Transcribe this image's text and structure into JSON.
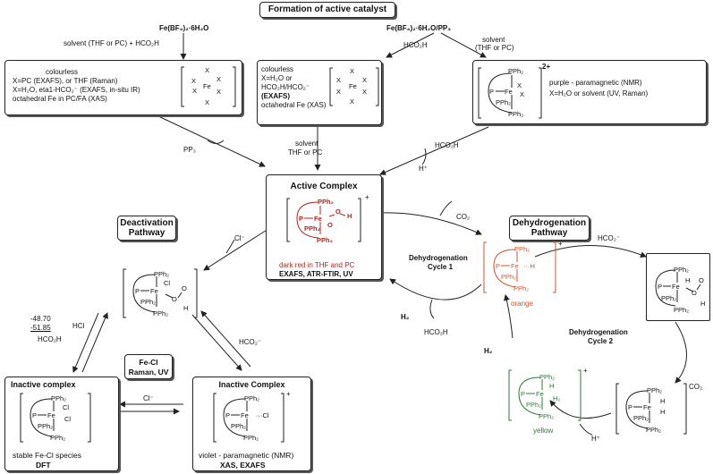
{
  "header": {
    "title": "Formation of active catalyst"
  },
  "precursor_left": {
    "formula": "Fe(BF₄)₂·6H₂O",
    "arrow_label": "solvent (THF or PC) + HCO₂H"
  },
  "precursor_right": {
    "formula": "Fe(BF₄)₂·6H₂O/PP₃",
    "arrow_left": "HCO₂H",
    "arrow_right_1": "solvent",
    "arrow_right_2": "(THF or PC)"
  },
  "box_a": {
    "lines": [
      "colourless",
      "X=PC (EXAFS), or THF (Raman)",
      "X=H₂O,  eta1-HCO₂⁻ (EXAFS, in-situ IR)",
      "octahedral Fe in PC/FA (XAS)"
    ]
  },
  "box_b": {
    "lines": [
      "colourless",
      "X=H₂O or",
      "HCO₂H/HCO₂⁻",
      "(EXAFS)",
      "octahedral Fe (XAS)"
    ]
  },
  "box_c": {
    "charge": "2+",
    "lines": [
      "purple - paramagnetic (NMR)",
      "X=H₂O or solvent (UV, Raman)"
    ]
  },
  "arrows_mid": {
    "pp3": "PP₃",
    "solvent_1": "solvent",
    "solvent_2": "THF or PC",
    "hco2h": "HCO₂H",
    "hplus": "H⁺"
  },
  "active": {
    "title": "Active Complex",
    "line1": "dark red in THF and PC",
    "line2": "EXAFS, ATR-FTIR, UV"
  },
  "deactivation": {
    "title_1": "Deactivation",
    "title_2": "Pathway",
    "cl": "Cl⁻"
  },
  "dehydrogenation": {
    "title_1": "Dehydrogenation",
    "title_2": "Pathway",
    "hco2minus": "HCO₂⁻"
  },
  "cycle1": {
    "label_1": "Dehydrogenation",
    "label_2": "Cycle 1",
    "co2": "CO₂",
    "h2": "H₂",
    "hco2h": "HCO₂H"
  },
  "cycle2": {
    "label_1": "Dehydrogenation",
    "label_2": "Cycle 2",
    "co2": "CO₂",
    "h2": "H₂",
    "hplus": "H⁺"
  },
  "labels": {
    "orange": "orange",
    "yellow": "yellow"
  },
  "left_side": {
    "energy_1": "-48.70",
    "energy_2": "-51.85",
    "hcl": "HCl",
    "hco2h": "HCO₂H",
    "hco2minus": "HCO₂⁻",
    "fecl_1": "Fe-Cl",
    "fecl_2": "Raman, UV",
    "cl": "Cl⁻"
  },
  "inactive_left": {
    "title": "Inactive complex",
    "line1": "stable Fe-Cl species",
    "line2": "DFT"
  },
  "inactive_right": {
    "title": "Inactive Complex",
    "line1": "violet - paramagnetic (NMR)",
    "line2": "XAS, EXAFS"
  },
  "chem": {
    "pph2": "PPh₂",
    "p": "P",
    "fe": "Fe",
    "x": "X",
    "o": "O",
    "h": "H",
    "cl": "Cl",
    "plus": "+"
  }
}
